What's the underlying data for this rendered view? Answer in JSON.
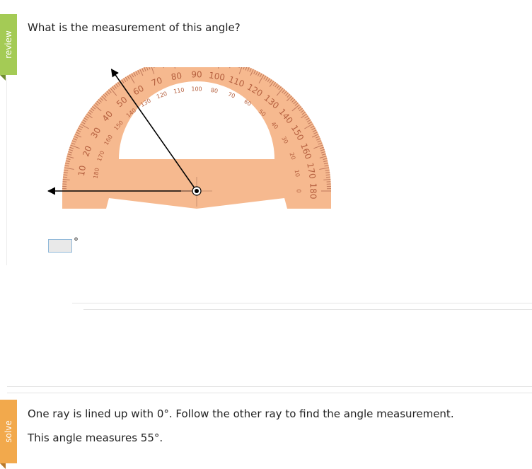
{
  "tabs": {
    "review": "review",
    "solve": "solve"
  },
  "question": "What is the measurement of this angle?",
  "answer": {
    "value": "",
    "unit": "°"
  },
  "protractor": {
    "outer_labels": [
      "10",
      "20",
      "30",
      "40",
      "50",
      "60",
      "70",
      "80",
      "90",
      "100",
      "110",
      "120",
      "130",
      "140",
      "150",
      "160",
      "170",
      "180"
    ],
    "inner_labels": [
      "180",
      "170",
      "160",
      "150",
      "140",
      "130",
      "120",
      "110",
      "100",
      "80",
      "70",
      "60",
      "50",
      "40",
      "30",
      "20",
      "10",
      "0"
    ],
    "ray_angles_deg": [
      0,
      55
    ],
    "colors": {
      "body": "#f6b98f",
      "ticks": "#c0785b",
      "labels": "#b5603f",
      "ray": "#000000"
    }
  },
  "solution": {
    "line1": "One ray is lined up with 0°. Follow the other ray to find the angle measurement.",
    "line2": "This angle measures 55°."
  }
}
